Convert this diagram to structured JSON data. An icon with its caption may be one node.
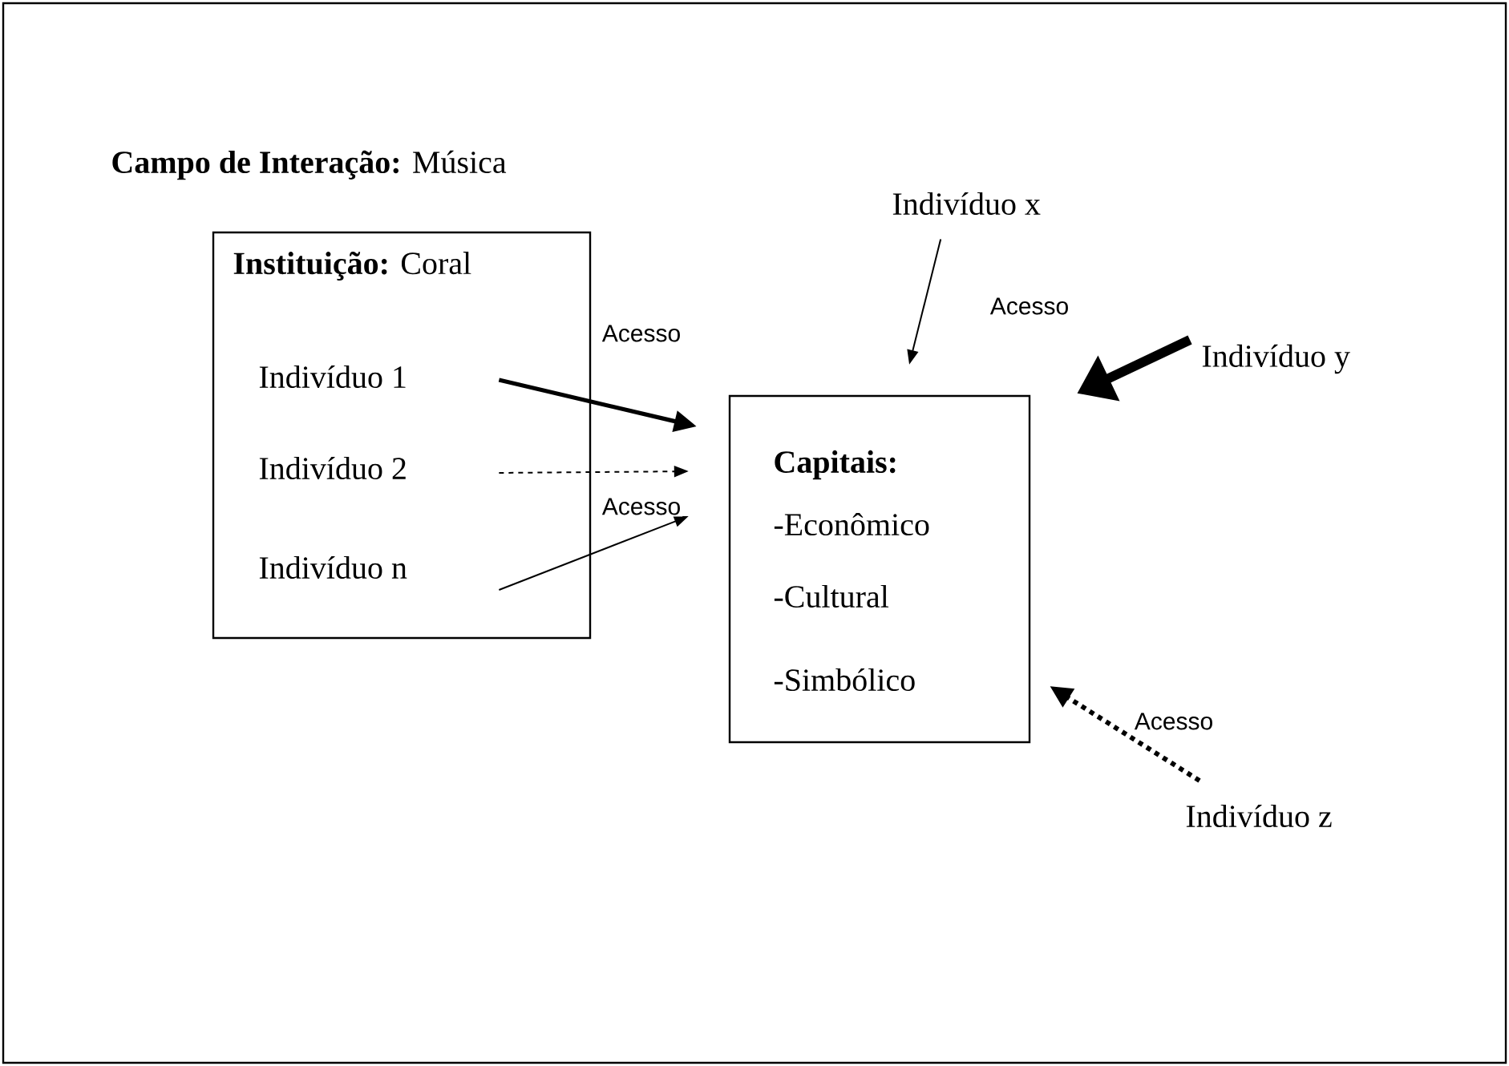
{
  "diagram": {
    "nodes": [
      {
        "text": [
          "**Campo de Interação:** Música"
        ]
      },
      {
        "text": [
          "**Instituição:** Coral"
        ],
        "in": 0
      },
      {
        "text": [
          "Indivíduo 1"
        ],
        "in": 1
      },
      {
        "text": [
          "Indivíduo 2"
        ],
        "in": 1
      },
      {
        "text": [
          "Indivíduo n"
        ],
        "in": 1
      },
      {
        "text": [
          "Capitais:",
          "-Econômico",
          "-Cultural",
          "-Simbólico"
        ],
        "in": 0
      },
      {
        "text": [
          "Indivíduo x"
        ],
        "in": 0
      },
      {
        "text": [
          "Indivíduo y"
        ],
        "in": 0
      },
      {
        "text": [
          "Indivíduo z"
        ],
        "in": 0
      }
    ],
    "edges": [
      {
        "from": 2,
        "to": 5,
        "arrow": "to",
        "style": "thick",
        "label": "Acesso"
      },
      {
        "from": 3,
        "to": 5,
        "arrow": "to",
        "style": "dashed",
        "label": "Acesso"
      },
      {
        "from": 4,
        "to": 5,
        "arrow": "to"
      },
      {
        "from": 6,
        "to": 5,
        "arrow": "to",
        "label": "Acesso"
      },
      {
        "from": 7,
        "to": 5,
        "arrow": "to",
        "style": "thick"
      },
      {
        "from": 8,
        "to": 5,
        "arrow": "to",
        "style": "dashed",
        "label": "Acesso"
      }
    ]
  }
}
